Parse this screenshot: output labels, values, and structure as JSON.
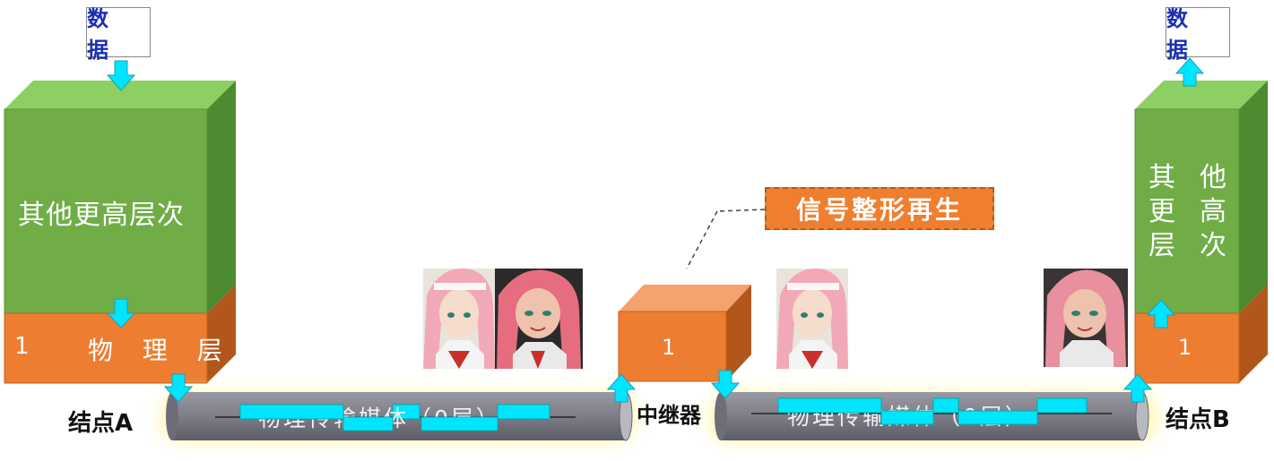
{
  "node_a": {
    "data_label": "数 据",
    "higher_layers": "其他更高层次",
    "physical_number": "1",
    "physical_layer": "物 理 层",
    "name": "结点A"
  },
  "repeater": {
    "number": "1",
    "name": "中继器",
    "callout": "信号整形再生"
  },
  "node_b": {
    "data_label": "数 据",
    "higher_col1": [
      "其",
      "更",
      "层"
    ],
    "higher_col2": [
      "他",
      "高",
      "次"
    ],
    "physical_number": "1",
    "name": "结点B"
  },
  "media": {
    "left_label": "物理传输媒体（0层）",
    "right_label": "物理传输媒体（0层）"
  },
  "colors": {
    "green": "#70ad47",
    "orange": "#ed7d31",
    "cyan": "#00e5ff",
    "pipe": "#7f7f8a"
  }
}
